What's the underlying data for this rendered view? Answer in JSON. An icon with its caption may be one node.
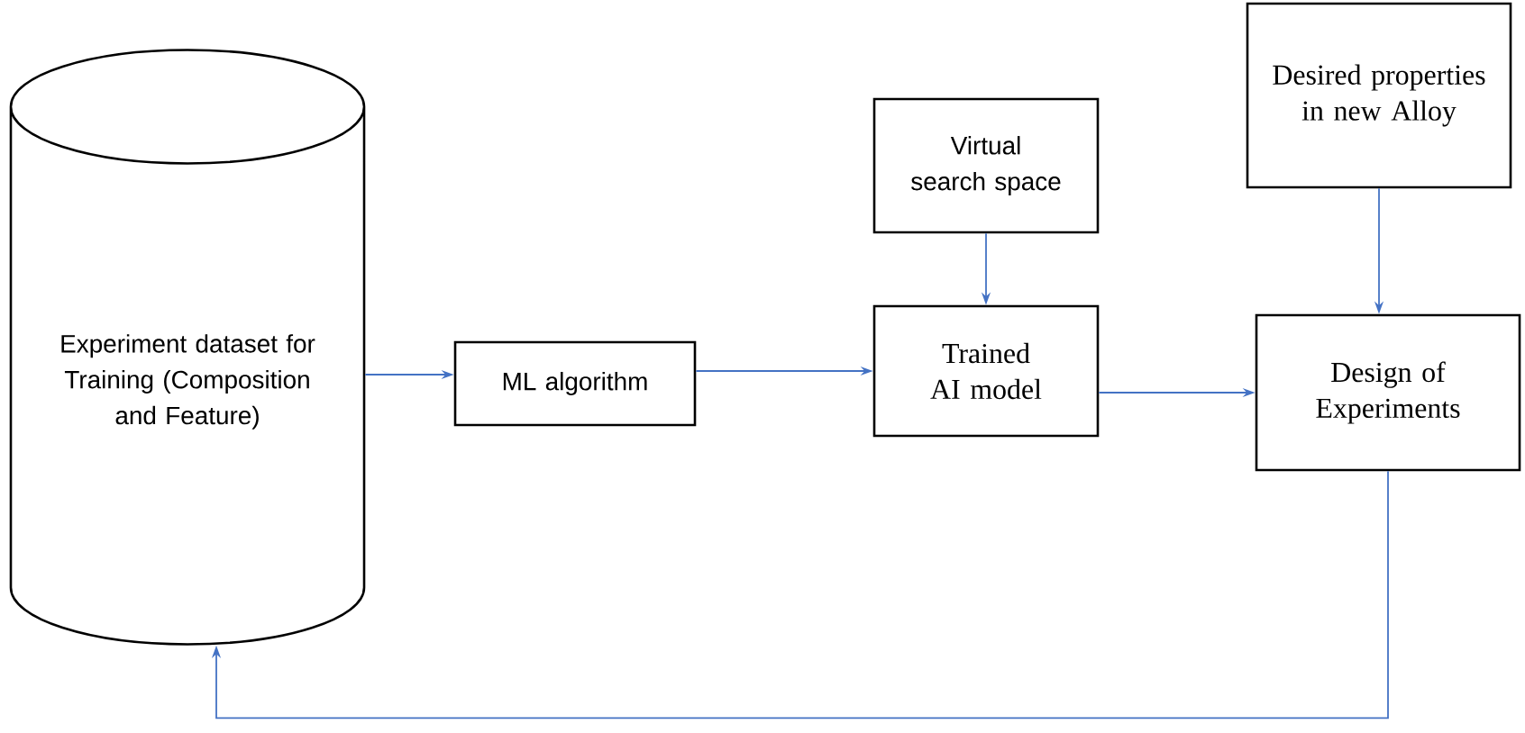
{
  "diagram": {
    "nodes": [
      {
        "text": [
          "Experiment dataset for Training (Composition and Feature)"
        ]
      },
      {
        "text": [
          "ML algorithm"
        ]
      },
      {
        "text": [
          "Virtual search space"
        ]
      },
      {
        "text": [
          "Trained AI model"
        ]
      },
      {
        "text": [
          "Desired properties in new Alloy"
        ]
      },
      {
        "text": [
          "Design of Experiments"
        ]
      }
    ],
    "edges": [
      {
        "from": 0,
        "to": 1,
        "arrow": "to"
      },
      {
        "from": 1,
        "to": 3,
        "arrow": "to"
      },
      {
        "from": 2,
        "to": 3,
        "arrow": "to"
      },
      {
        "from": 3,
        "to": 5,
        "arrow": "to"
      },
      {
        "from": 4,
        "to": 5,
        "arrow": "to"
      },
      {
        "from": 5,
        "to": 0,
        "arrow": "to"
      }
    ]
  }
}
